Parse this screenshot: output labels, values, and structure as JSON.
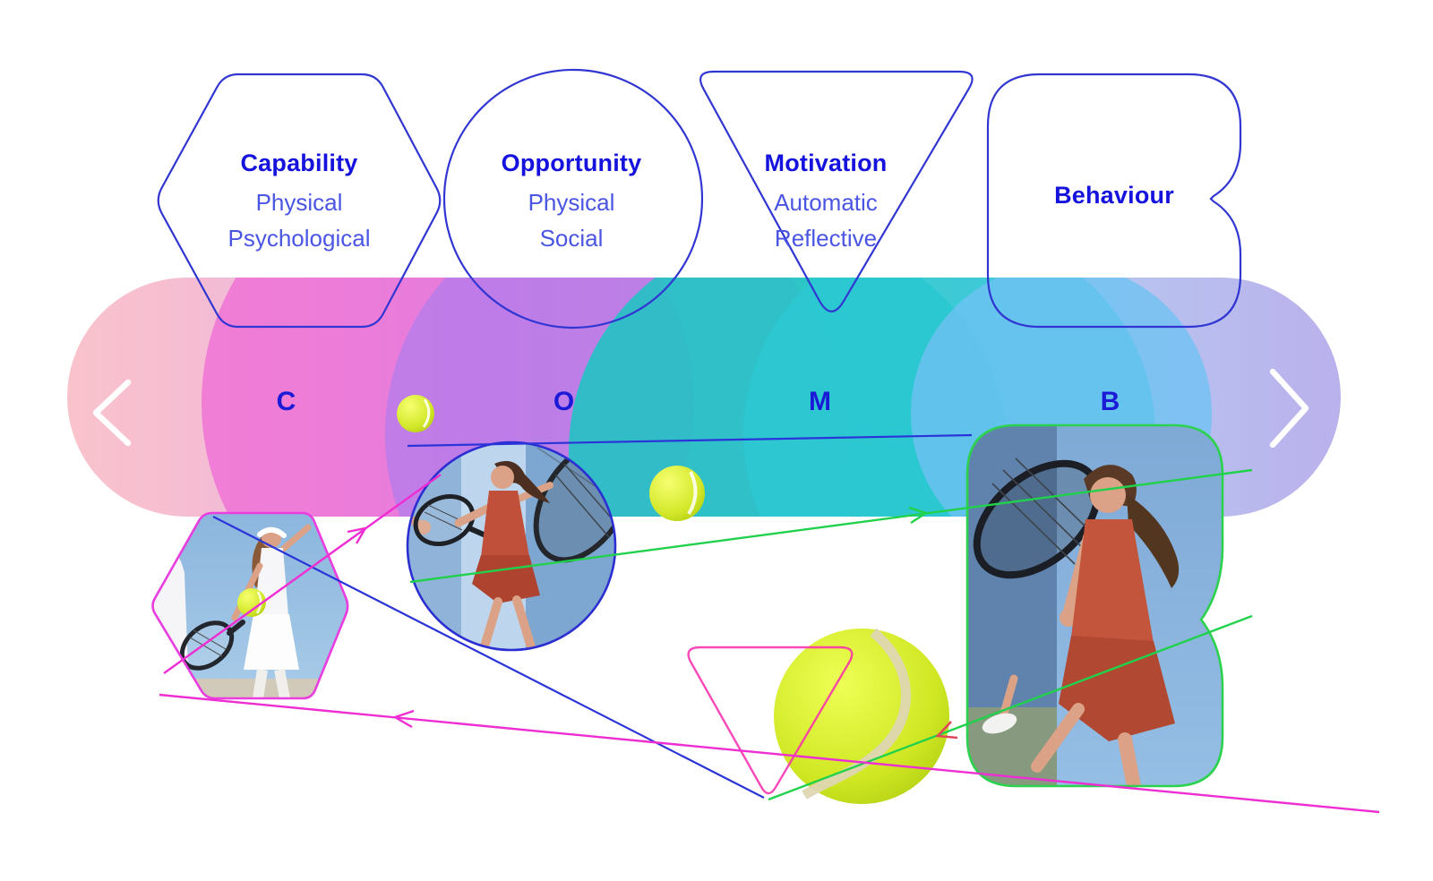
{
  "model": {
    "components": [
      {
        "letter": "C",
        "title": "Capability",
        "subtypes": [
          "Physical",
          "Psychological"
        ]
      },
      {
        "letter": "O",
        "title": "Opportunity",
        "subtypes": [
          "Physical",
          "Social"
        ]
      },
      {
        "letter": "M",
        "title": "Motivation",
        "subtypes": [
          "Automatic",
          "Reflective"
        ]
      },
      {
        "letter": "B",
        "title": "Behaviour",
        "subtypes": []
      }
    ]
  },
  "colors": {
    "outline_blue": "#3136d2",
    "title_blue": "#1512dd",
    "subtext_blue": "#4a55e2",
    "letter_blue": "#1b1ad6",
    "line_blue": "#2a34d8",
    "line_magenta": "#ee2ed2",
    "triangle_pink": "#fa2fae",
    "line_green": "#21d14b",
    "arrow_crimson": "#e04858",
    "photo_border_magenta": "#e93de0",
    "photo_border_blue": "#2b2fd2",
    "photo_border_green": "#2cd24e"
  },
  "images": {
    "hexagon_photo": "tennis-players-white-outfit",
    "circle_photo": "tennis-player-red-dress-forehand",
    "behaviour_photo": "tennis-player-red-dress-backhand",
    "ball_photo": "tennis-ball"
  }
}
